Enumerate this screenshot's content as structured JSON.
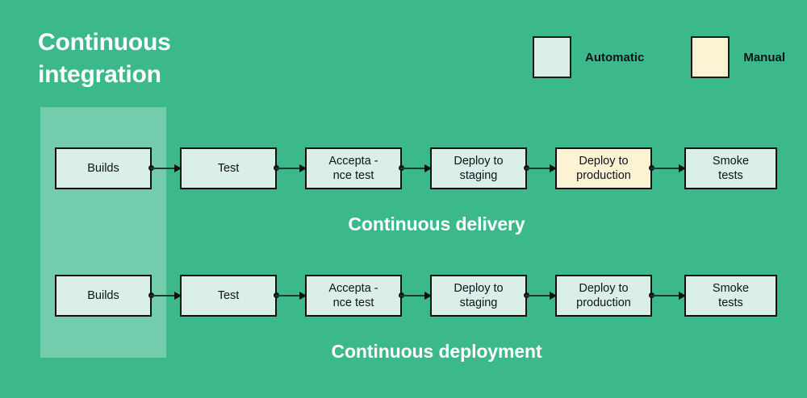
{
  "background_color": "#3cb98b",
  "highlight_band_color": "#73ccab",
  "colors": {
    "automatic_fill": "#d9efe7",
    "manual_fill": "#fcf3d4",
    "border": "#111111",
    "title_text": "#ffffff"
  },
  "title": "Continuous\nintegration",
  "legend": {
    "automatic_label": "Automatic",
    "manual_label": "Manual"
  },
  "rows": [
    {
      "caption": "Continuous delivery",
      "stages": [
        {
          "label": "Builds",
          "type": "automatic"
        },
        {
          "label": "Test",
          "type": "automatic"
        },
        {
          "label": "Accepta -\nnce test",
          "type": "automatic"
        },
        {
          "label": "Deploy to\nstaging",
          "type": "automatic"
        },
        {
          "label": "Deploy to\nproduction",
          "type": "manual"
        },
        {
          "label": "Smoke\ntests",
          "type": "automatic"
        }
      ]
    },
    {
      "caption": "Continuous deployment",
      "stages": [
        {
          "label": "Builds",
          "type": "automatic"
        },
        {
          "label": "Test",
          "type": "automatic"
        },
        {
          "label": "Accepta -\nnce test",
          "type": "automatic"
        },
        {
          "label": "Deploy to\nstaging",
          "type": "automatic"
        },
        {
          "label": "Deploy to\nproduction",
          "type": "automatic"
        },
        {
          "label": "Smoke\ntests",
          "type": "automatic"
        }
      ]
    }
  ]
}
